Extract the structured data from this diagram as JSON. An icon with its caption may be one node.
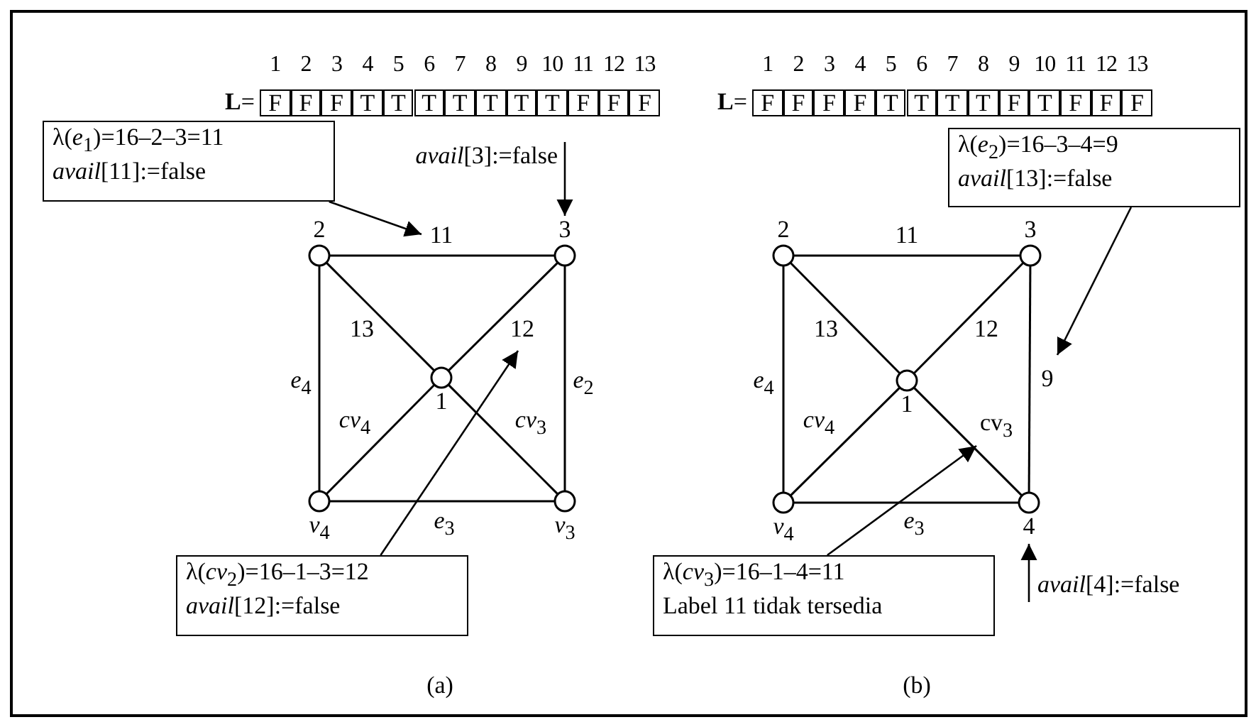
{
  "diagram": {
    "nodes": [
      {
        "text": [
          "λ(*e*$_{1}$)=16–2–3=11",
          "*avail*[11]:=false"
        ]
      },
      {
        "text": [],
        "shape": "circle",
        "beside": [
          "2"
        ]
      },
      {
        "text": [],
        "shape": "circle",
        "beside": [
          "3"
        ]
      },
      {
        "text": [],
        "shape": "circle",
        "beside": [
          "1"
        ]
      },
      {
        "text": [],
        "shape": "circle",
        "beside": [
          "*v*$_{4}$"
        ]
      },
      {
        "text": [],
        "shape": "circle",
        "beside": [
          "*v*$_{3}$"
        ]
      },
      {
        "text": [
          "*avail*[3]:=false"
        ]
      },
      {
        "text": [
          "λ(*cv*$_{2}$)=16–1–3=12",
          "*avail*[12]:=false"
        ]
      },
      {
        "text": [],
        "shape": "circle",
        "beside": [
          "2"
        ]
      },
      {
        "text": [],
        "shape": "circle",
        "beside": [
          "3"
        ]
      },
      {
        "text": [],
        "shape": "circle",
        "beside": [
          "1"
        ]
      },
      {
        "text": [],
        "shape": "circle",
        "beside": [
          "*v*$_{4}$"
        ]
      },
      {
        "text": [],
        "shape": "circle",
        "beside": [
          "4"
        ]
      },
      {
        "text": [
          "λ(*e*$_{2}$)=16–3–4=9",
          "*avail*[13]:=false"
        ]
      },
      {
        "text": [
          "λ(*cv*$_{3}$)=16–1–4=11",
          "Label 11 tidak tersedia"
        ]
      },
      {
        "text": [
          "*avail*[4]:=false"
        ]
      }
    ],
    "edges": [
      {
        "from": 1,
        "to": 2,
        "arrow": "none",
        "label": "11"
      },
      {
        "from": 1,
        "to": 3,
        "arrow": "none",
        "label": "13"
      },
      {
        "from": 3,
        "to": 2,
        "arrow": "none",
        "label": "12"
      },
      {
        "from": 1,
        "to": 4,
        "arrow": "none",
        "label": "*e*$_{4}$"
      },
      {
        "from": 2,
        "to": 5,
        "arrow": "none",
        "label": "*e*$_{2}$"
      },
      {
        "from": 4,
        "to": 3,
        "arrow": "none",
        "label": "*cv*$_{4}$"
      },
      {
        "from": 3,
        "to": 5,
        "arrow": "none",
        "label": "*cv*$_{3}$"
      },
      {
        "from": 4,
        "to": 5,
        "arrow": "none",
        "label": "*e*$_{3}$"
      },
      {
        "from": 0,
        "to": null,
        "arrow": "to"
      },
      {
        "from": 6,
        "to": 2,
        "arrow": "to"
      },
      {
        "from": 7,
        "to": null,
        "arrow": "to"
      },
      {
        "from": 8,
        "to": 9,
        "arrow": "none",
        "label": "11"
      },
      {
        "from": 8,
        "to": 10,
        "arrow": "none",
        "label": "13"
      },
      {
        "from": 10,
        "to": 9,
        "arrow": "none",
        "label": "12"
      },
      {
        "from": 8,
        "to": 11,
        "arrow": "none",
        "label": "*e*$_{4}$"
      },
      {
        "from": 9,
        "to": 12,
        "arrow": "none",
        "label": "9"
      },
      {
        "from": 11,
        "to": 10,
        "arrow": "none",
        "label": "*cv*$_{4}$"
      },
      {
        "from": 10,
        "to": 12,
        "arrow": "none",
        "label": "cv$_{3}$"
      },
      {
        "from": 11,
        "to": 12,
        "arrow": "none",
        "label": "*e*$_{3}$"
      },
      {
        "from": 13,
        "to": null,
        "arrow": "to"
      },
      {
        "from": 14,
        "to": null,
        "arrow": "to"
      },
      {
        "from": 15,
        "to": 12,
        "arrow": "to"
      }
    ],
    "labels": [
      "**L**=",
      "1",
      "2",
      "3",
      "4",
      "5",
      "6",
      "7",
      "8",
      "9",
      "10",
      "11",
      "12",
      "13",
      "F",
      "F",
      "F",
      "T",
      "T",
      "T",
      "T",
      "T",
      "T",
      "T",
      "F",
      "F",
      "F",
      "**L**=",
      "1",
      "2",
      "3",
      "4",
      "5",
      "6",
      "7",
      "8",
      "9",
      "10",
      "11",
      "12",
      "13",
      "F",
      "F",
      "F",
      "F",
      "T",
      "T",
      "T",
      "T",
      "F",
      "T",
      "F",
      "F",
      "F",
      "(a)",
      "(b)"
    ]
  }
}
